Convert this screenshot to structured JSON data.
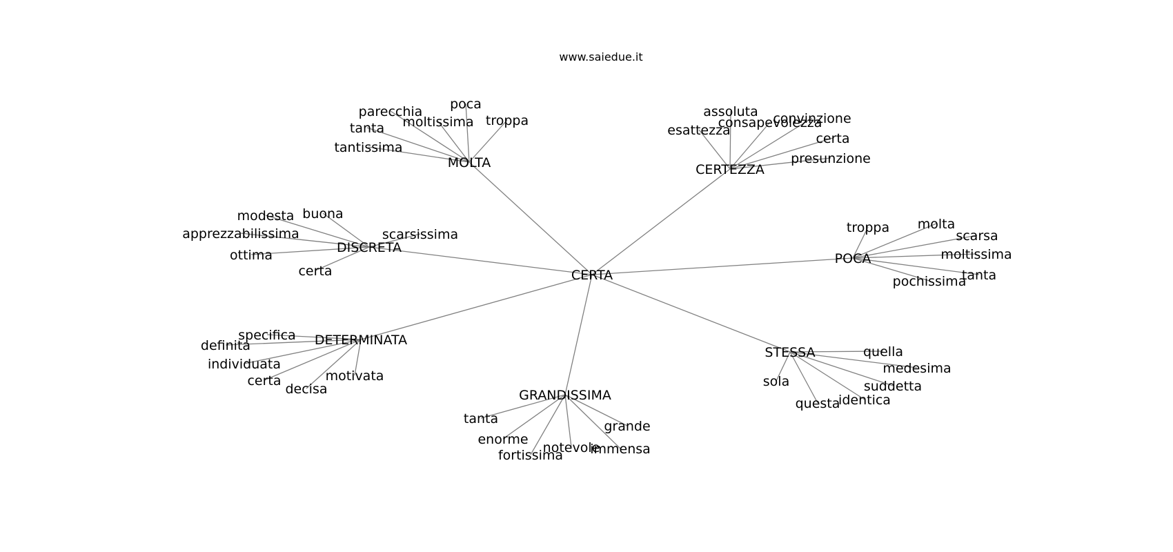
{
  "site": "www.saiedue.it",
  "graph": {
    "root": "CERTA",
    "hubs": [
      {
        "id": "molta",
        "label": "MOLTA",
        "leaves": [
          "poca",
          "parecchia",
          "moltissima",
          "troppa",
          "tanta",
          "tantissima"
        ]
      },
      {
        "id": "certezza",
        "label": "CERTEZZA",
        "leaves": [
          "assoluta",
          "consapevolezza",
          "convinzione",
          "esattezza",
          "certa",
          "presunzione"
        ]
      },
      {
        "id": "discreta",
        "label": "DISCRETA",
        "leaves": [
          "modesta",
          "buona",
          "apprezzabilissima",
          "scarsissima",
          "ottima",
          "certa"
        ]
      },
      {
        "id": "poca",
        "label": "POCA",
        "leaves": [
          "troppa",
          "molta",
          "scarsa",
          "moltissima",
          "tanta",
          "pochissima"
        ]
      },
      {
        "id": "determinata",
        "label": "DETERMINATA",
        "leaves": [
          "specifica",
          "definita",
          "individuata",
          "certa",
          "decisa",
          "motivata"
        ]
      },
      {
        "id": "stessa",
        "label": "STESSA",
        "leaves": [
          "quella",
          "medesima",
          "suddetta",
          "sola",
          "identica",
          "questa"
        ]
      },
      {
        "id": "grandissima",
        "label": "GRANDISSIMA",
        "leaves": [
          "tanta",
          "grande",
          "enorme",
          "notevole",
          "immensa",
          "fortissima"
        ]
      }
    ]
  }
}
